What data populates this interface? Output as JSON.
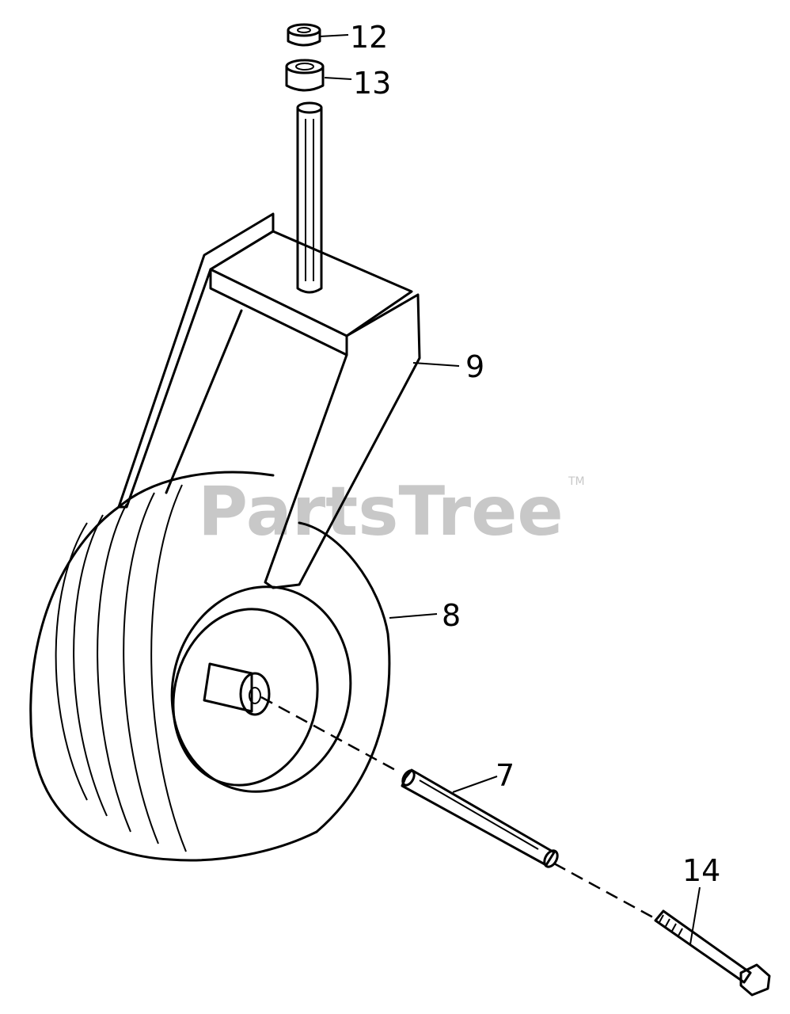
{
  "watermark": {
    "text": "PartsTree",
    "tm": "TM"
  },
  "callouts": [
    {
      "id": "12",
      "label": "12"
    },
    {
      "id": "13",
      "label": "13"
    },
    {
      "id": "9",
      "label": "9"
    },
    {
      "id": "8",
      "label": "8"
    },
    {
      "id": "7",
      "label": "7"
    },
    {
      "id": "14",
      "label": "14"
    }
  ]
}
